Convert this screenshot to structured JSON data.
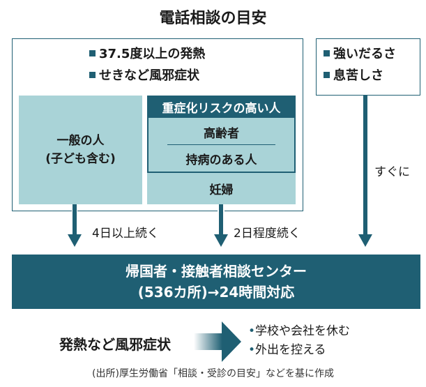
{
  "title": "電話相談の目安",
  "main_box": {
    "symptoms": [
      "37.5度以上の発熱",
      "せきなど風邪症状"
    ]
  },
  "general": {
    "line1": "一般の人",
    "line2": "(子ども含む)"
  },
  "high_risk": {
    "header": "重症化リスクの高い人",
    "items": [
      "高齢者",
      "持病のある人"
    ],
    "pregnant": "妊婦"
  },
  "severe_box": {
    "symptoms": [
      "強いだるさ",
      "息苦しさ"
    ]
  },
  "arrows": {
    "general": "4日以上続く",
    "high_risk": "2日程度続く",
    "severe": "すぐに"
  },
  "center": {
    "line1": "帰国者・接触者相談センター",
    "line2": "(536カ所)→24時間対応"
  },
  "advice": {
    "condition": "発熱など風邪症状",
    "actions": [
      "学校や会社を休む",
      "外出を控える"
    ]
  },
  "source": "(出所)厚生労働省「相談・受診の目安」などを基に作成",
  "colors": {
    "dark": "#1f5f73",
    "light": "#a9d3d7"
  }
}
